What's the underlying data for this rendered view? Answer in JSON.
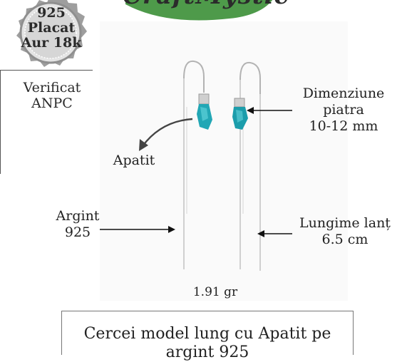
{
  "brand": {
    "text": "CraftMystic",
    "leaf_color": "#4e9a4a"
  },
  "seal": {
    "lines": [
      "925",
      "Placat",
      "Aur 18k"
    ],
    "color": "#c9c9c9"
  },
  "verify": {
    "lines": [
      "Verificat",
      "ANPC"
    ]
  },
  "labels": {
    "stone_size": [
      "Dimenziune",
      "piatra",
      "10-12 mm"
    ],
    "stone_name": "Apatit",
    "metal": [
      "Argint",
      "925"
    ],
    "chain_length": [
      "Lungime lanț",
      "6.5 cm"
    ],
    "weight": "1.91 gr"
  },
  "caption": {
    "lines": [
      "Cercei model lung cu Apatit pe",
      "argint 925"
    ]
  },
  "colors": {
    "stone": "#1fa8b4",
    "silver": "#b5b5b5"
  }
}
